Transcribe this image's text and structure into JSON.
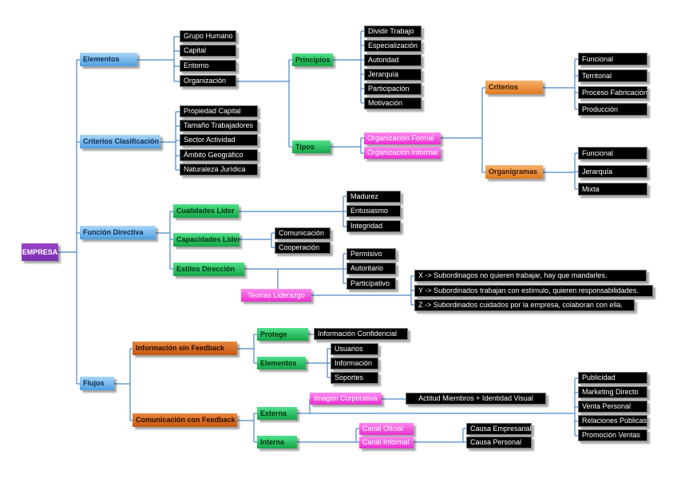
{
  "root": "EMPRESA",
  "elementos": {
    "label": "Elementos",
    "items": [
      "Grupo Humano",
      "Capital",
      "Entorno",
      "Organización"
    ]
  },
  "principios": {
    "label": "Principios",
    "items": [
      "Dividir Trabajo",
      "Especialización",
      "Autoridad",
      "Jerarquía",
      "Participación",
      "Motivación"
    ]
  },
  "tipos": {
    "label": "Tipos",
    "items": [
      "Organización Formal",
      "Organización Informal"
    ]
  },
  "criterios": {
    "label": "Criterios",
    "items": [
      "Funcional",
      "Territorial",
      "Proceso Fabricación",
      "Producción"
    ]
  },
  "organigramas": {
    "label": "Organigramas",
    "items": [
      "Funcional",
      "Jerarquía",
      "Mixta"
    ]
  },
  "criterios_clasificacion": {
    "label": "Criterios Clasificación",
    "items": [
      "Propiedad Capital",
      "Tamaño Trabajadores",
      "Sector Actividad",
      "Ámbito Geográfico",
      "Naturaleza Jurídica"
    ]
  },
  "funcion_directiva": {
    "label": "Función Directiva",
    "cualidades": {
      "label": "Cualidades Líder",
      "items": [
        "Madurez",
        "Entusiasmo",
        "Integridad"
      ]
    },
    "capacidades": {
      "label": "Capacidades Líder",
      "items": [
        "Comunicación",
        "Cooperación"
      ]
    },
    "estilos": {
      "label": "Estilos Dirección",
      "items": [
        "Permisivo",
        "Autoritario",
        "Participativo"
      ]
    },
    "teorias": {
      "label": "Teorías Liderazgo",
      "items": [
        "X -> Subordinagos no quieren trabajar, hay que mandarles.",
        "Y -> Subordinados trabajan con estímulo, quieren responsabilidades.",
        "Z -> Subordinados cuidados por la empresa, colaboran con ella."
      ]
    }
  },
  "flujos": {
    "label": "Flujos",
    "sin_feedback": {
      "label": "Información sin Feedback",
      "protege": {
        "label": "Protege",
        "item": "Información Confidencial"
      },
      "elementos": {
        "label": "Elementos",
        "items": [
          "Usuarios",
          "Información",
          "Soportes"
        ]
      }
    },
    "con_feedback": {
      "label": "Comunicación con Feedback",
      "externa": {
        "label": "Externa",
        "imagen": {
          "label": "Imagen Corporativa",
          "item": "Actitud Miembros + Identidad Visual"
        },
        "items": [
          "Publicidad",
          "Marketing Directo",
          "Venta Personal",
          "Relaciones Públicas",
          "Promoción Ventas"
        ]
      },
      "interna": {
        "label": "Interna",
        "canales": [
          "Canal Oficial",
          "Canal Informal"
        ],
        "causas": [
          "Causa Empresarial",
          "Causa Personal"
        ]
      }
    }
  }
}
